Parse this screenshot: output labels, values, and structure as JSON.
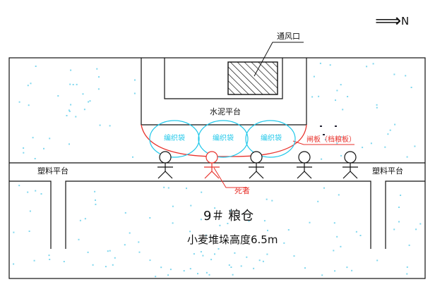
{
  "compass": {
    "arrow": "⟹",
    "label": "N"
  },
  "labels": {
    "vent": "通风口",
    "cement_platform": "水泥平台",
    "sacks": [
      "编织袋",
      "编织袋",
      "编织袋"
    ],
    "gate_board": "闸板（档粮板）",
    "plastic_left": "塑料平台",
    "plastic_right": "塑料平台",
    "deceased": "死者",
    "silo": "9＃ 粮仓",
    "wheat_height": "小麦堆垛高度6.5m"
  },
  "colors": {
    "line": "#111111",
    "accent_red": "#e8312b",
    "sack_cyan": "#22c8ea",
    "grain_dot": "#7fd7ee"
  },
  "figures": {
    "total": 5,
    "deceased_index": 1
  }
}
